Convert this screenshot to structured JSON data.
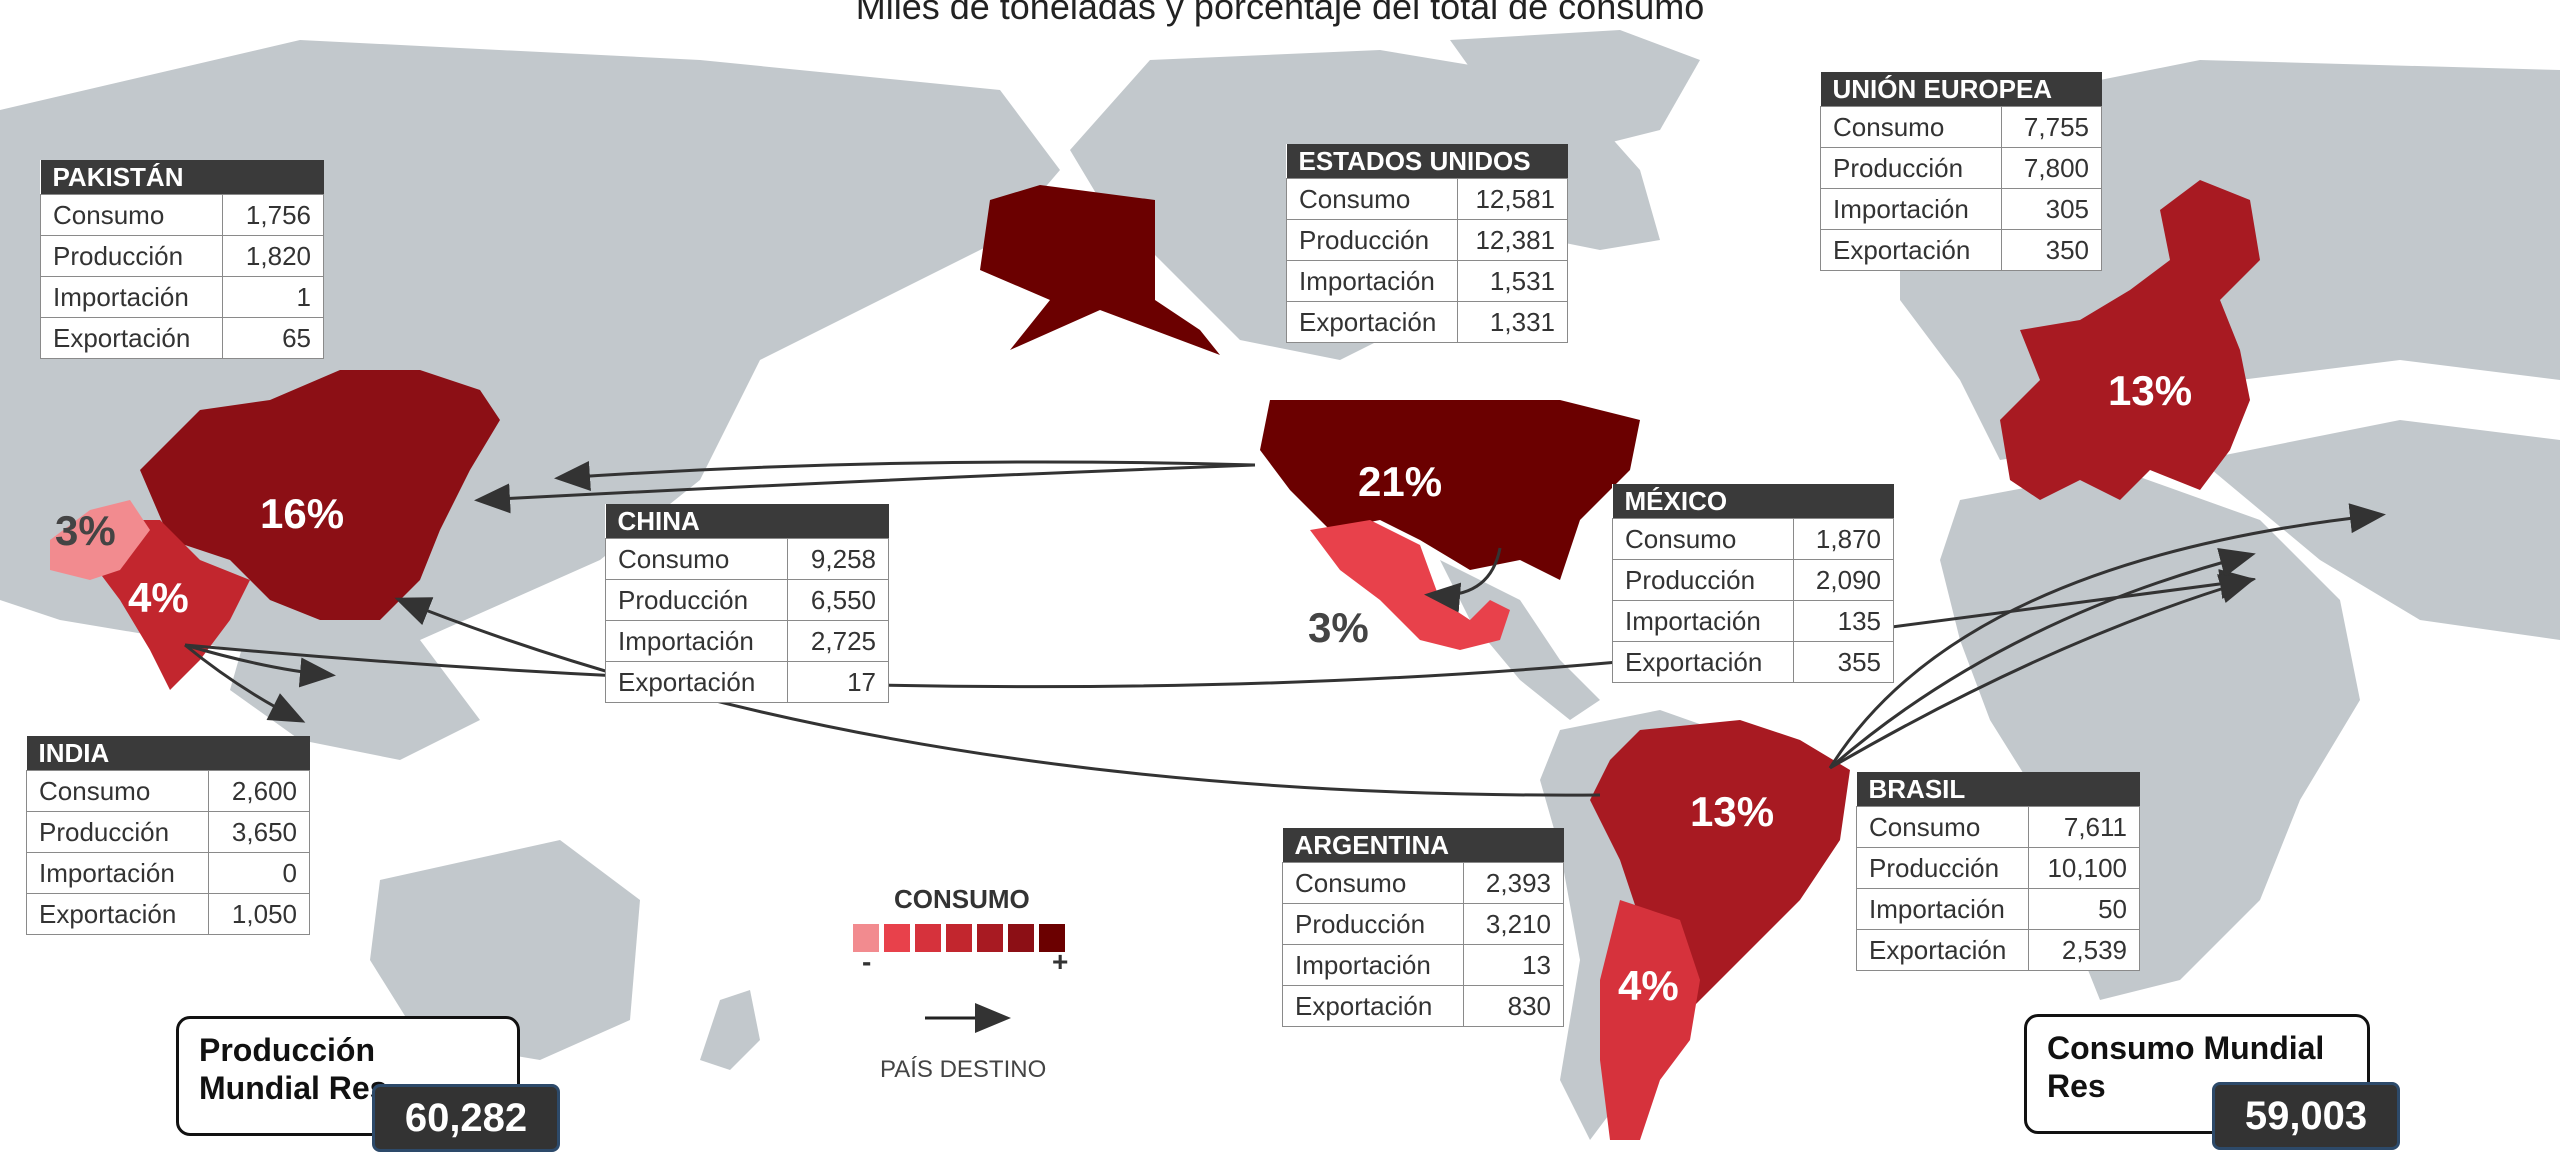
{
  "subtitle": "Miles de toneladas y porcentaje del total de consumo",
  "colors": {
    "land": "#c2c8cc",
    "scale": [
      "#f28b8f",
      "#e8414b",
      "#d6323c",
      "#c2262e",
      "#a81a22",
      "#8c0f15",
      "#6b0000"
    ],
    "arrow": "#333333"
  },
  "legend": {
    "title": "CONSUMO",
    "min_symbol": "-",
    "max_symbol": "+",
    "destination_label": "PAÍS DESTINO"
  },
  "countries": {
    "pakistan": {
      "name": "PAKISTÁN",
      "pct": "3%",
      "consumo": "1,756",
      "produccion": "1,820",
      "importacion": "1",
      "exportacion": "65"
    },
    "india": {
      "name": "INDIA",
      "pct": "4%",
      "consumo": "2,600",
      "produccion": "3,650",
      "importacion": "0",
      "exportacion": "1,050"
    },
    "china": {
      "name": "CHINA",
      "pct": "16%",
      "consumo": "9,258",
      "produccion": "6,550",
      "importacion": "2,725",
      "exportacion": "17"
    },
    "usa": {
      "name": "ESTADOS UNIDOS",
      "pct": "21%",
      "consumo": "12,581",
      "produccion": "12,381",
      "importacion": "1,531",
      "exportacion": "1,331"
    },
    "mexico": {
      "name": "MÉXICO",
      "pct": "3%",
      "consumo": "1,870",
      "produccion": "2,090",
      "importacion": "135",
      "exportacion": "355"
    },
    "eu": {
      "name": "UNIÓN EUROPEA",
      "pct": "13%",
      "consumo": "7,755",
      "produccion": "7,800",
      "importacion": "305",
      "exportacion": "350"
    },
    "brazil": {
      "name": "BRASIL",
      "pct": "13%",
      "consumo": "7,611",
      "produccion": "10,100",
      "importacion": "50",
      "exportacion": "2,539"
    },
    "argentina": {
      "name": "ARGENTINA",
      "pct": "4%",
      "consumo": "2,393",
      "produccion": "3,210",
      "importacion": "13",
      "exportacion": "830"
    }
  },
  "row_labels": {
    "consumo": "Consumo",
    "produccion": "Producción",
    "importacion": "Importación",
    "exportacion": "Exportación"
  },
  "world": {
    "production_label": "Producción Mundial Res",
    "production_value": "60,282",
    "consumption_label": "Consumo Mundial Res",
    "consumption_value": "59,003"
  }
}
